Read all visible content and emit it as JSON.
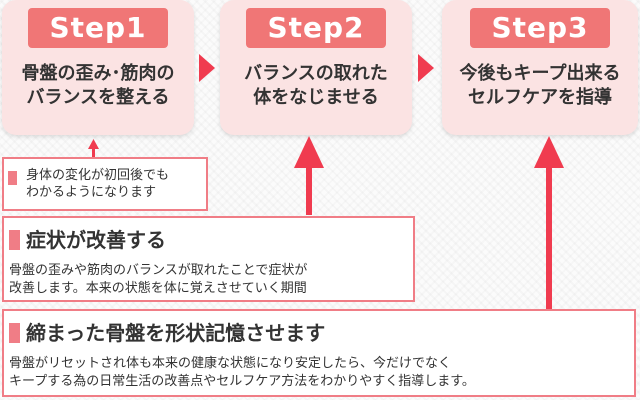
{
  "steps": [
    {
      "label": "Step1",
      "text": "骨盤の歪み･筋肉の\nバランスを整える"
    },
    {
      "label": "Step2",
      "text": "バランスの取れた\n体をなじませる"
    },
    {
      "label": "Step3",
      "text": "今後もキープ出来る\nセルフケアを指導"
    }
  ],
  "note": {
    "text": "身体の変化が初回後でも\nわかるようになります"
  },
  "box2": {
    "heading": "症状が改善する",
    "desc": "骨盤の歪みや筋肉のバランスが取れたことで症状が\n改善します。本来の状態を体に覚えさせていく期間"
  },
  "box3": {
    "heading": "締まった骨盤を形状記憶させます",
    "desc": "骨盤がリセットされ体も本来の健康な状態になり安定したら、今だけでなく\nキープする為の日常生活の改善点やセルフケア方法をわかりやすく指導します。"
  },
  "colors": {
    "accent": "#f07676",
    "arrow": "#f03b4f",
    "card": "#fbe3e3"
  }
}
